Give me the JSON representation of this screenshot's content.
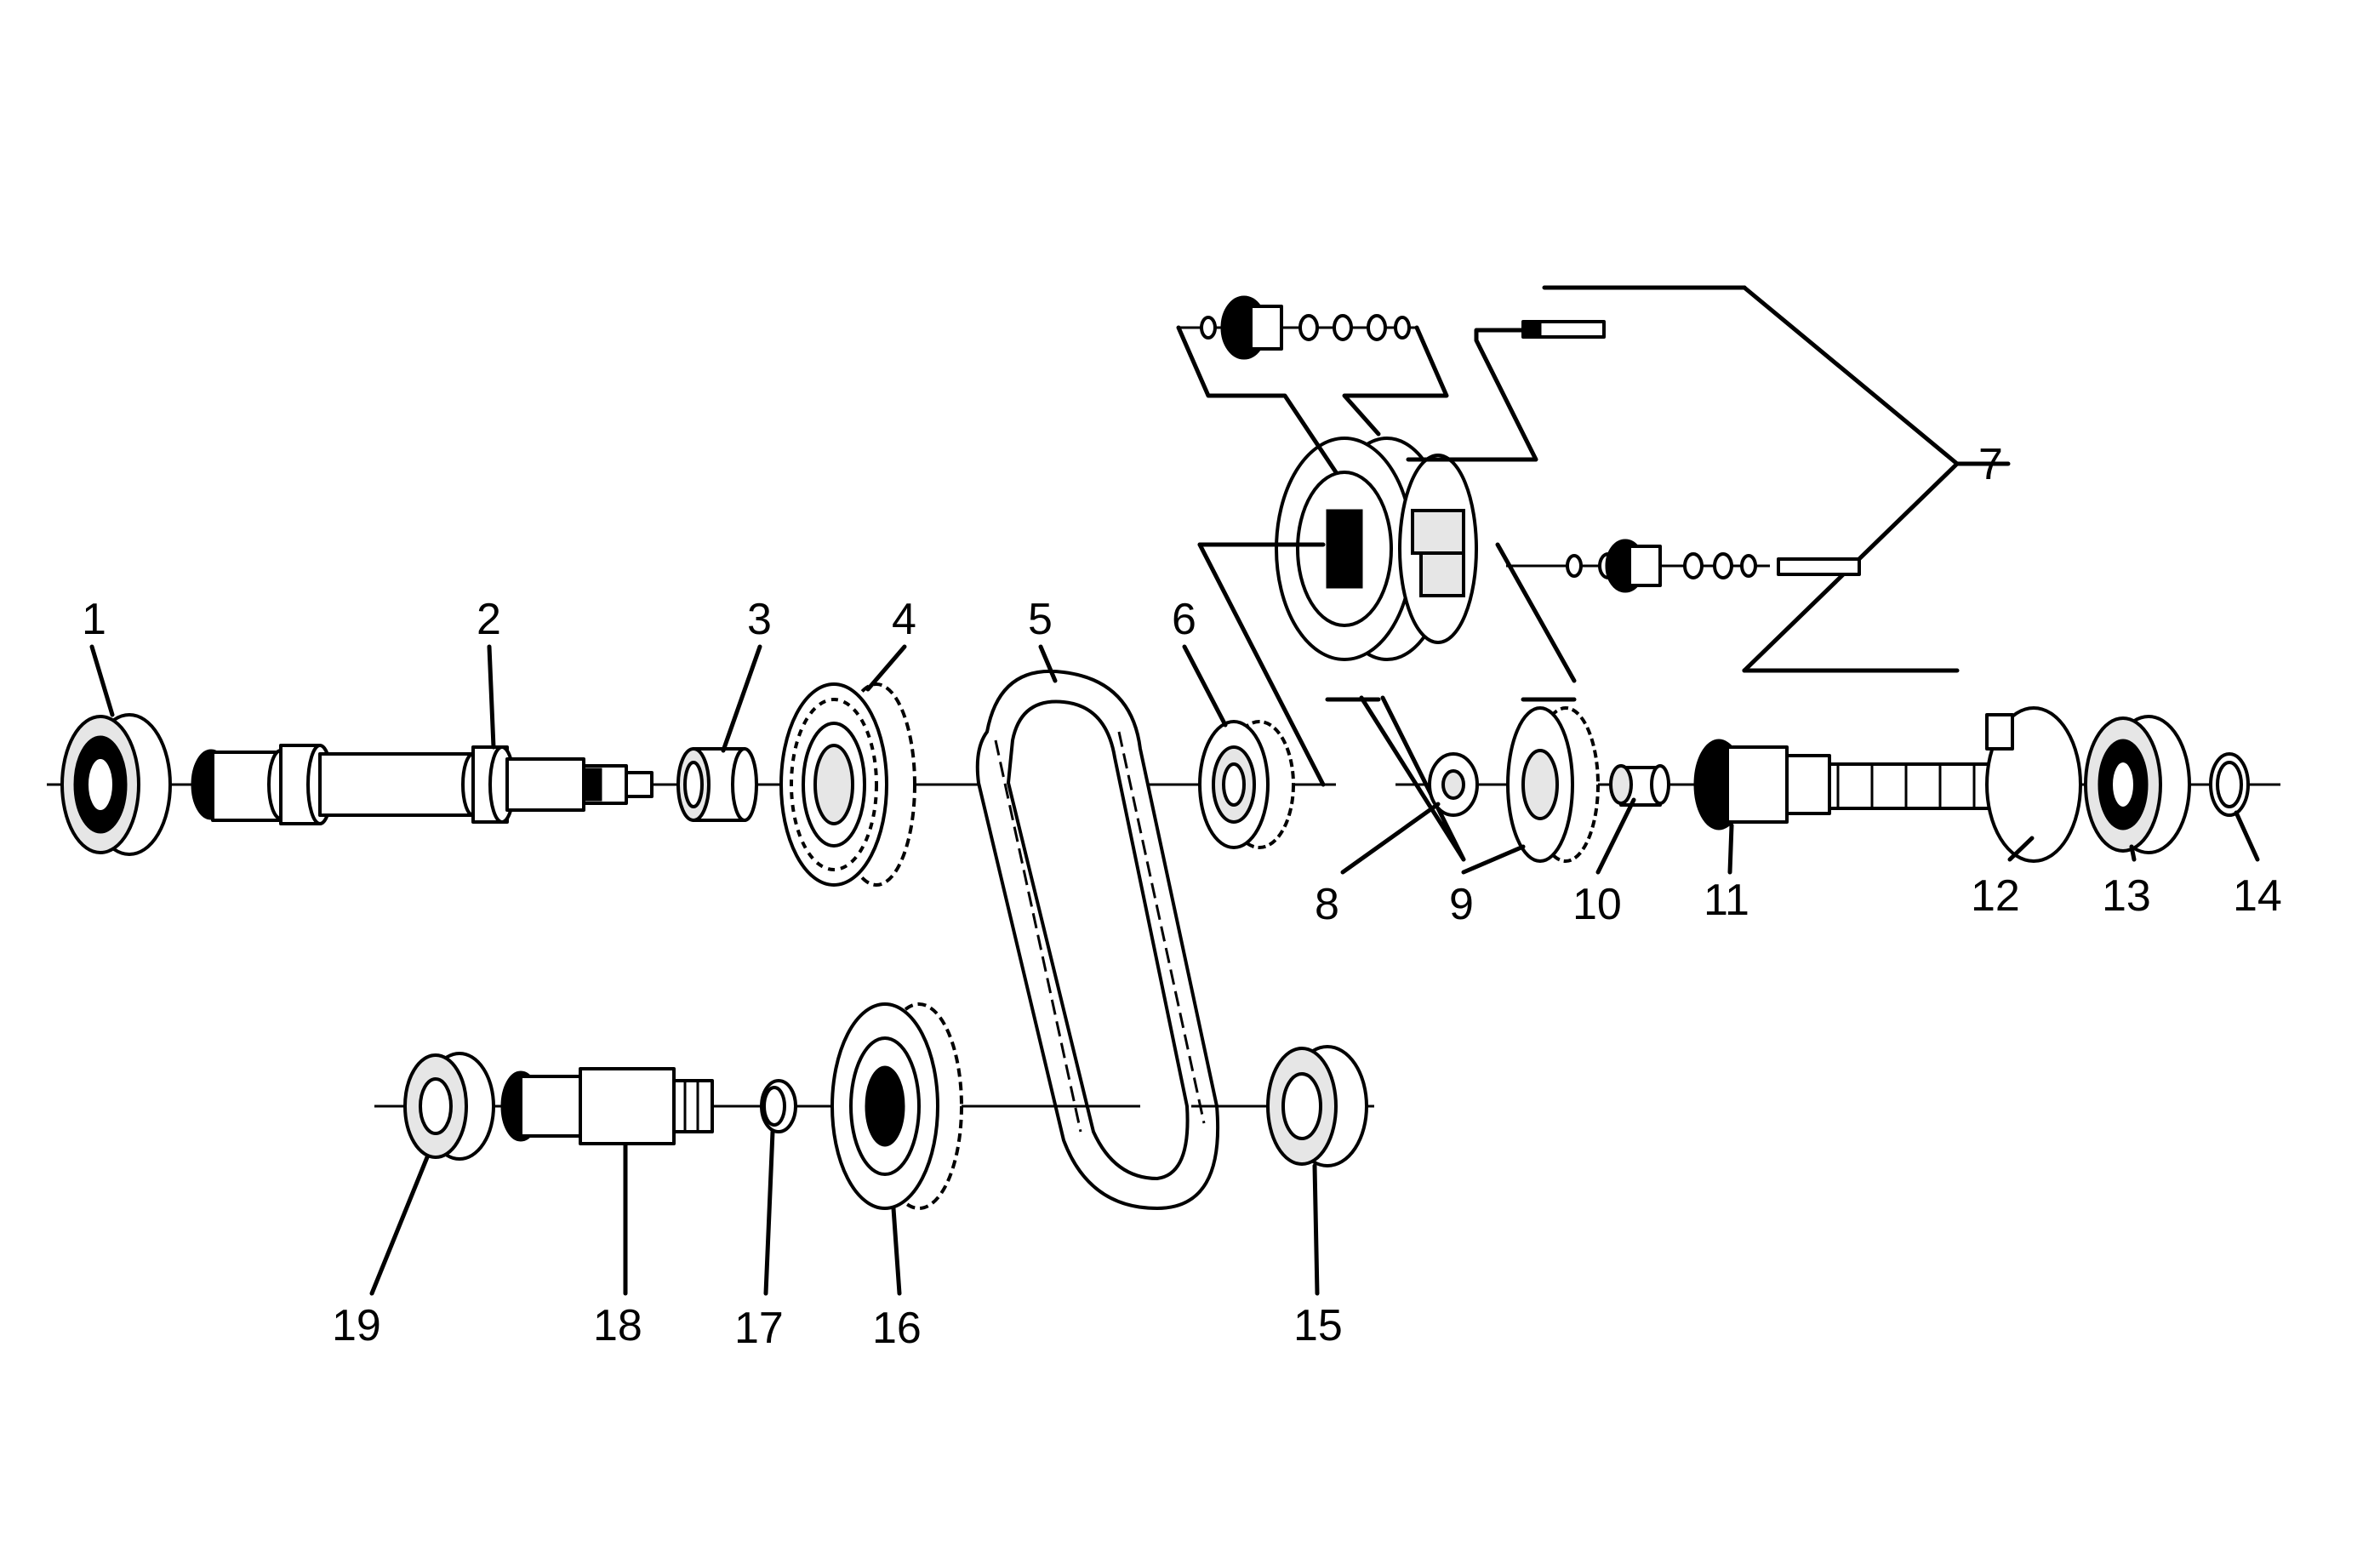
{
  "callouts": [
    {
      "id": "1",
      "label": "1"
    },
    {
      "id": "2",
      "label": "2"
    },
    {
      "id": "3",
      "label": "3"
    },
    {
      "id": "4",
      "label": "4"
    },
    {
      "id": "5",
      "label": "5"
    },
    {
      "id": "6",
      "label": "6"
    },
    {
      "id": "7",
      "label": "7"
    },
    {
      "id": "8",
      "label": "8"
    },
    {
      "id": "9",
      "label": "9"
    },
    {
      "id": "10",
      "label": "10"
    },
    {
      "id": "11",
      "label": "11"
    },
    {
      "id": "12",
      "label": "12"
    },
    {
      "id": "13",
      "label": "13"
    },
    {
      "id": "14",
      "label": "14"
    },
    {
      "id": "15",
      "label": "15"
    },
    {
      "id": "16",
      "label": "16"
    },
    {
      "id": "17",
      "label": "17"
    },
    {
      "id": "18",
      "label": "18"
    },
    {
      "id": "19",
      "label": "19"
    }
  ],
  "colors": {
    "line": "#000000",
    "background": "#ffffff",
    "shade": "#e6e6e6"
  }
}
